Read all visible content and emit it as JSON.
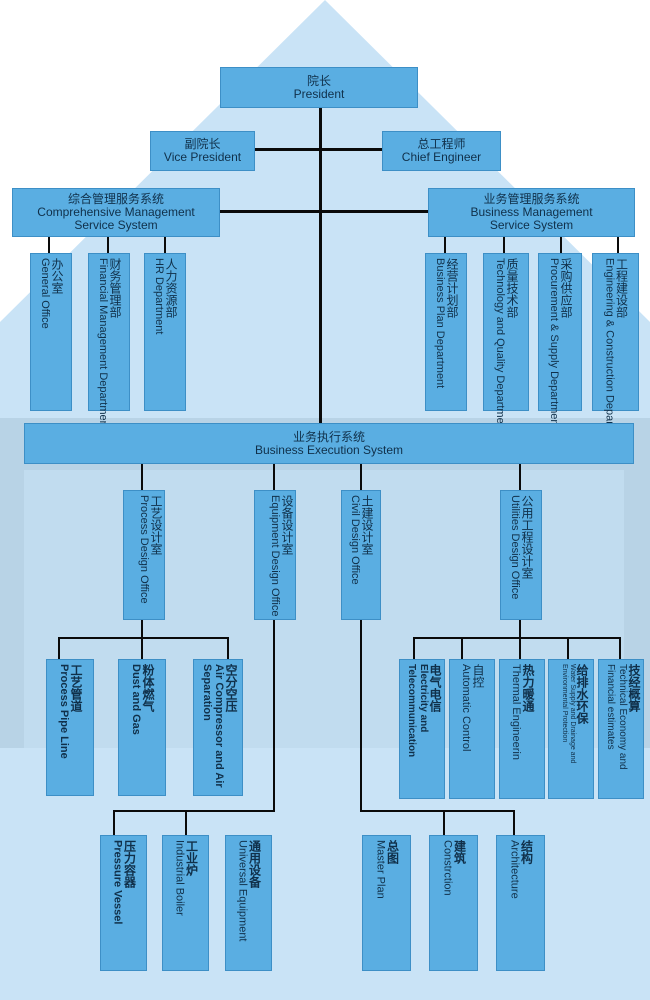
{
  "president": {
    "zh": "院长",
    "en": "President"
  },
  "vice_president": {
    "zh": "副院长",
    "en": "Vice President"
  },
  "chief_engineer": {
    "zh": "总工程师",
    "en": "Chief Engineer"
  },
  "comprehensive": {
    "zh": "综合管理服务系统",
    "en1": "Comprehensive Management",
    "en2": "Service System"
  },
  "business_mgmt": {
    "zh": "业务管理服务系统",
    "en1": "Business Management",
    "en2": "Service System"
  },
  "left_depts": [
    {
      "zh": "办公室",
      "en": "General Office"
    },
    {
      "zh": "财务管理部",
      "en": "Financial Management Department"
    },
    {
      "zh": "人力资源部",
      "en": "HR Department"
    }
  ],
  "right_depts": [
    {
      "zh": "经营计划部",
      "en": "Business Plan Department"
    },
    {
      "zh": "质量技术部",
      "en": "Technology and Quality Department"
    },
    {
      "zh": "采购供应部",
      "en": "Procurement & Supply Department"
    },
    {
      "zh": "工程建设部",
      "en": "Engineering & Construction Department"
    }
  ],
  "execution": {
    "zh": "业务执行系统",
    "en": "Business Execution System"
  },
  "offices": [
    {
      "zh": "工艺设计室",
      "en": "Process Design Office"
    },
    {
      "zh": "设备设计室",
      "en": "Equipment Design Office"
    },
    {
      "zh": "土建设计室",
      "en": "Civil Design Office"
    },
    {
      "zh": "公用工程设计室",
      "en": "Utilities Design Office"
    }
  ],
  "process_subs": [
    {
      "zh": "工艺管道",
      "en": "Process Pipe Line"
    },
    {
      "zh": "粉体燃气",
      "en": "Dust and Gas"
    },
    {
      "zh": "空分空压",
      "en": "Air Compressor and Air Separation"
    }
  ],
  "utility_subs": [
    {
      "zh": "电气电信",
      "en": "Electricity and Telecommunication"
    },
    {
      "zh": "自控",
      "en": "Automatic Control"
    },
    {
      "zh": "热力暖通",
      "en": "Thermal Engineerin"
    },
    {
      "zh": "给排水环保",
      "en": "Water Supply and Drainage and Environmental Protection"
    },
    {
      "zh": "技经概算",
      "en": "Technical Economy and Financial estimates"
    }
  ],
  "equipment_subs": [
    {
      "zh": "压力容器",
      "en": "Pressure Vessel"
    },
    {
      "zh": "工业炉",
      "en": "Industrial Boiler"
    },
    {
      "zh": "通用设备",
      "en": "Universal Equipment"
    }
  ],
  "civil_subs": [
    {
      "zh": "总图",
      "en": "Master Plan"
    },
    {
      "zh": "建筑",
      "en": "Constrction"
    },
    {
      "zh": "结构",
      "en": "Architecture"
    }
  ],
  "colors": {
    "box": "#5aaee2",
    "background": "#c9e3f6",
    "line": "#0a0a0a"
  }
}
